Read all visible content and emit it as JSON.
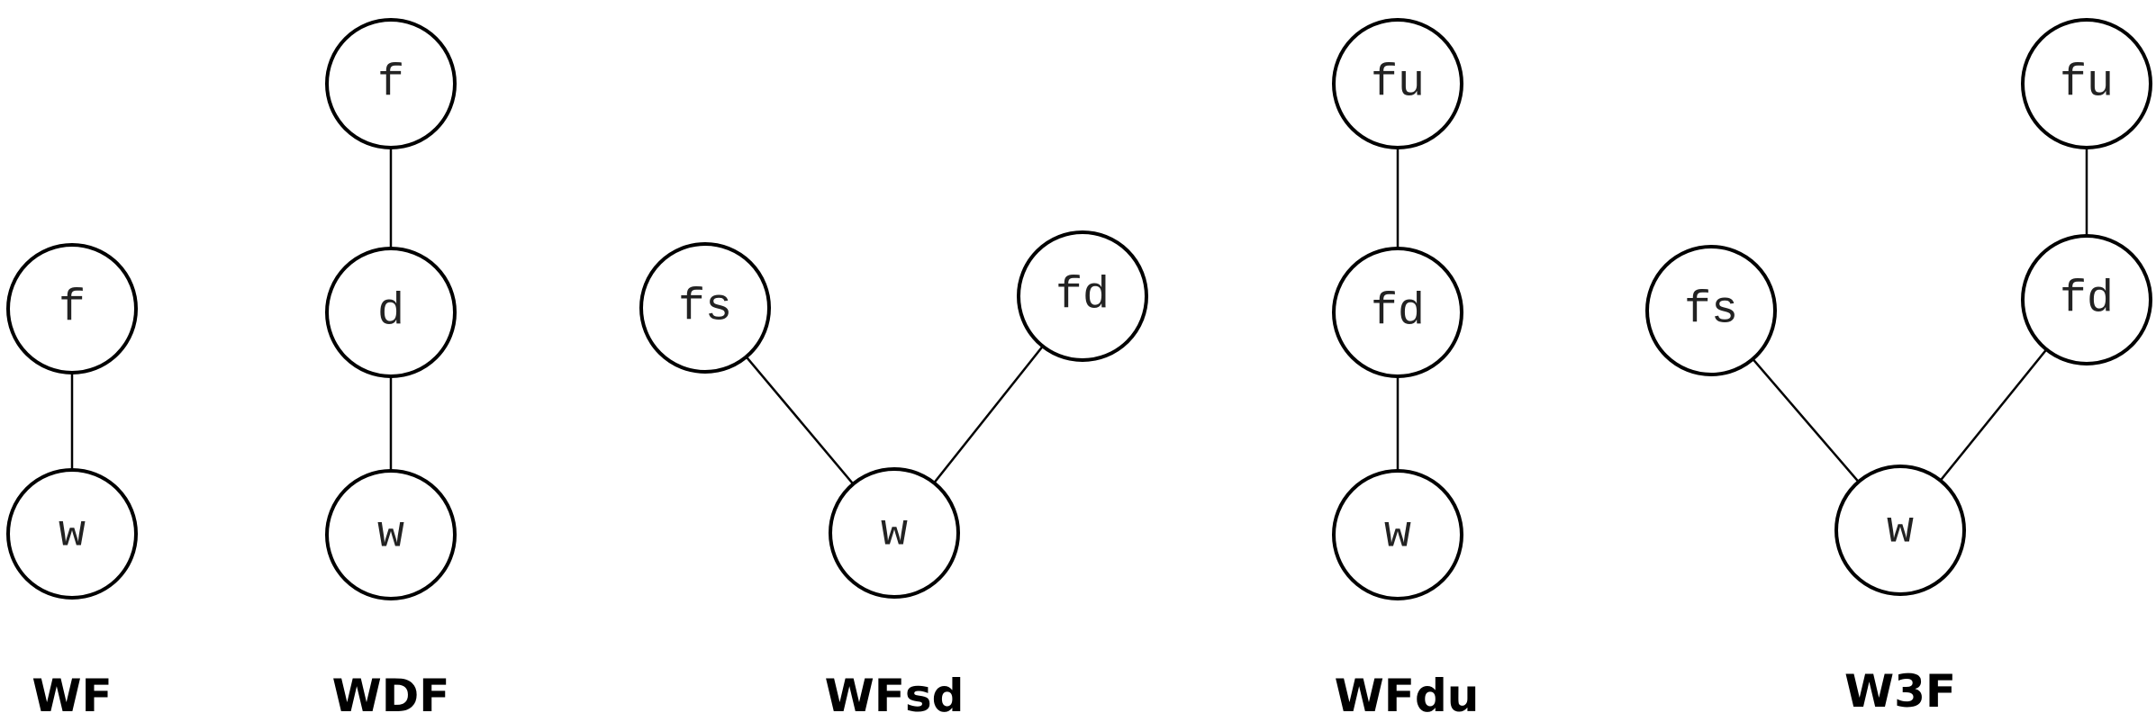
{
  "diagrams": [
    {
      "caption": "WF",
      "nodes": [
        {
          "id": "f",
          "label": "f"
        },
        {
          "id": "w",
          "label": "w"
        }
      ],
      "edges": [
        [
          "f",
          "w"
        ]
      ]
    },
    {
      "caption": "WDF",
      "nodes": [
        {
          "id": "f",
          "label": "f"
        },
        {
          "id": "d",
          "label": "d"
        },
        {
          "id": "w",
          "label": "w"
        }
      ],
      "edges": [
        [
          "f",
          "d"
        ],
        [
          "d",
          "w"
        ]
      ]
    },
    {
      "caption": "WFsd",
      "nodes": [
        {
          "id": "fs",
          "label": "fs"
        },
        {
          "id": "fd",
          "label": "fd"
        },
        {
          "id": "w",
          "label": "w"
        }
      ],
      "edges": [
        [
          "fs",
          "w"
        ],
        [
          "fd",
          "w"
        ]
      ]
    },
    {
      "caption": "WFdu",
      "nodes": [
        {
          "id": "fu",
          "label": "fu"
        },
        {
          "id": "fd",
          "label": "fd"
        },
        {
          "id": "w",
          "label": "w"
        }
      ],
      "edges": [
        [
          "fu",
          "fd"
        ],
        [
          "fd",
          "w"
        ]
      ]
    },
    {
      "caption": "W3F",
      "nodes": [
        {
          "id": "fu",
          "label": "fu"
        },
        {
          "id": "fs",
          "label": "fs"
        },
        {
          "id": "fd",
          "label": "fd"
        },
        {
          "id": "w",
          "label": "w"
        }
      ],
      "edges": [
        [
          "fu",
          "fd"
        ],
        [
          "fs",
          "w"
        ],
        [
          "fd",
          "w"
        ]
      ]
    }
  ]
}
